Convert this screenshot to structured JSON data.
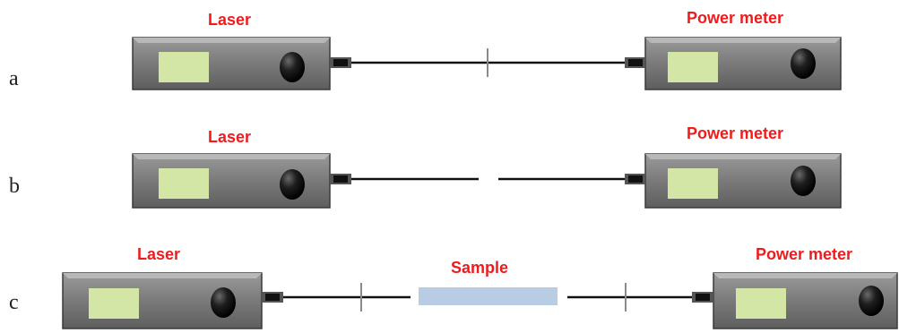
{
  "figure": {
    "rows": [
      {
        "letter": "a",
        "source_label": "Laser",
        "detector_label": "Power meter",
        "connection": "single-fiber-with-connector"
      },
      {
        "letter": "b",
        "source_label": "Laser",
        "detector_label": "Power meter",
        "connection": "fiber-with-gap"
      },
      {
        "letter": "c",
        "source_label": "Laser",
        "detector_label": "Power meter",
        "sample_label": "Sample",
        "connection": "two-fibers-with-sample"
      }
    ]
  },
  "colors": {
    "label": "#ee1c1c",
    "device_body": "#7a7a7a",
    "device_highlight": "#b0b0b0",
    "display": "#d4e6a5",
    "knob": "#1a1a1a",
    "fiber": "#111111",
    "connector_mark": "#8a8a8a",
    "sample": "#b8cce4"
  }
}
